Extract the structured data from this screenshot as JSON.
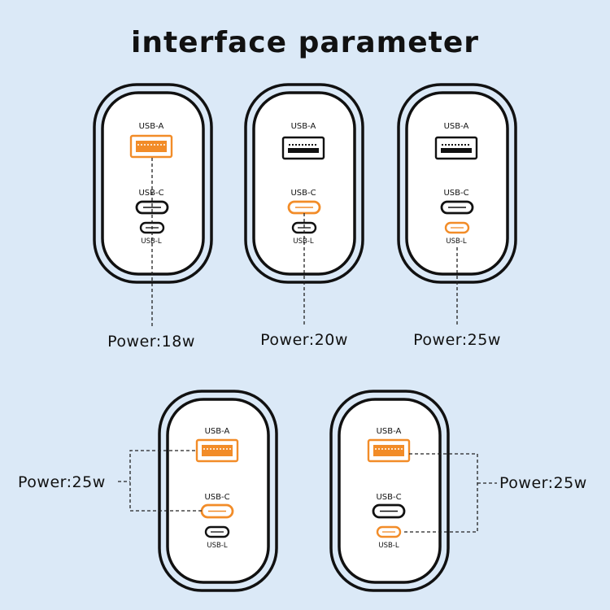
{
  "title": "interface parameter",
  "colors": {
    "background": "#dbe9f7",
    "accent": "#f28c28",
    "outline": "#111111",
    "shell_fill": "#ffffff"
  },
  "port_labels": {
    "usb_a": "USB-A",
    "usb_c": "USB-C",
    "usb_l": "USB-L"
  },
  "chargers": [
    {
      "id": "charger-1",
      "power": "Power:18w",
      "active_ports": [
        "usb_a"
      ]
    },
    {
      "id": "charger-2",
      "power": "Power:20w",
      "active_ports": [
        "usb_c"
      ]
    },
    {
      "id": "charger-3",
      "power": "Power:25w",
      "active_ports": [
        "usb_l"
      ]
    },
    {
      "id": "charger-4",
      "power": "Power:25w",
      "active_ports": [
        "usb_a",
        "usb_c"
      ]
    },
    {
      "id": "charger-5",
      "power": "Power:25w",
      "active_ports": [
        "usb_a",
        "usb_l"
      ]
    }
  ]
}
